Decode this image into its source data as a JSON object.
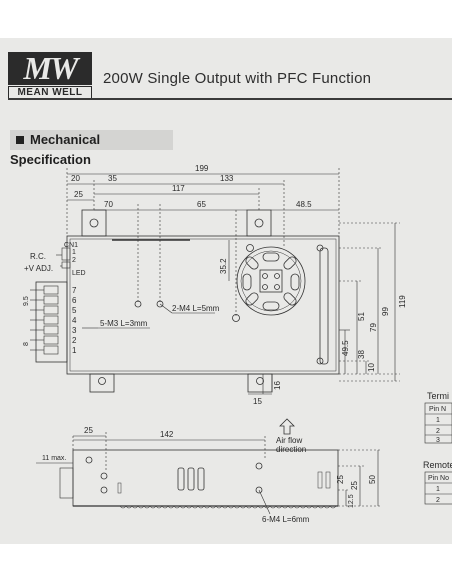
{
  "brand": {
    "mark": "MW",
    "name": "MEAN WELL"
  },
  "title": "200W Single Output with PFC Function",
  "section": "Mechanical Specification",
  "top_view": {
    "dims": [
      "199",
      "133",
      "35",
      "20",
      "117",
      "25",
      "65",
      "70",
      "48.5"
    ],
    "right_dims": [
      "119",
      "99",
      "79",
      "51",
      "49.5",
      "38",
      "10"
    ],
    "inner_dims": [
      "35.2",
      "16",
      "15"
    ],
    "terminal_labels": [
      "R.C.",
      "+V ADJ.",
      "CN1",
      "LED"
    ],
    "cn_pins": [
      "1",
      "2"
    ],
    "pin_numbers": [
      "7",
      "6",
      "5",
      "4",
      "3",
      "2",
      "1"
    ],
    "side_dims": [
      "9.5",
      "8"
    ],
    "notes": [
      "2-M4 L=5mm",
      "5-M3 L=3mm"
    ]
  },
  "side_view": {
    "dims": [
      "142",
      "25",
      "11 max."
    ],
    "airflow": [
      "Air flow",
      "direction"
    ],
    "right_dims": [
      "50",
      "25",
      "25",
      "12.5"
    ],
    "note": "6-M4 L=6mm"
  },
  "tables": {
    "terminal_title": "Termi",
    "terminal_header": "Pin N",
    "terminal_rows": [
      "1",
      "2",
      "3"
    ],
    "remote_title": "Remote",
    "remote_header": "Pin No",
    "remote_rows": [
      "1",
      "2"
    ]
  }
}
